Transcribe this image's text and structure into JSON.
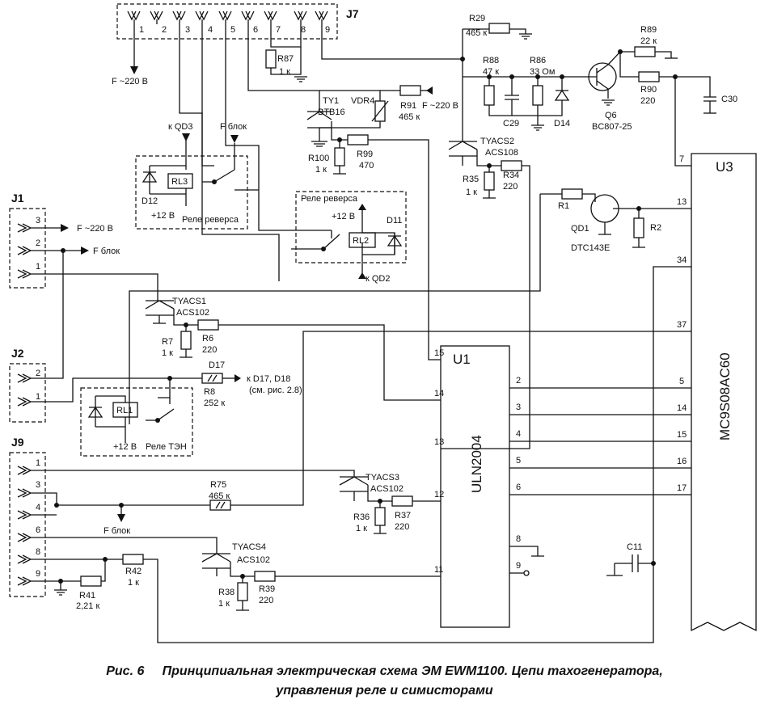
{
  "connectors": {
    "j7": {
      "name": "J7",
      "pins": [
        "1",
        "2",
        "3",
        "4",
        "5",
        "6",
        "7",
        "8",
        "9"
      ]
    },
    "j1": {
      "name": "J1",
      "pins": [
        "3",
        "2",
        "1"
      ]
    },
    "j2": {
      "name": "J2",
      "pins": [
        "2",
        "1"
      ]
    },
    "j9": {
      "name": "J9",
      "pins": [
        "1",
        "3",
        "4",
        "6",
        "8",
        "9"
      ]
    }
  },
  "net_labels": {
    "f220_j7": "F ~220 В",
    "f220_j1": "F ~220 В",
    "fblok_j1": "F блок",
    "fblok_top": "F блок",
    "fblok_j9": "F блок",
    "f220_vdr": "F ~220 В",
    "k_qd3": "к QD3",
    "k_qd2": "к QD2",
    "plus12_rl3": "+12 В",
    "plus12_rl2": "+12 В",
    "plus12_rl1": "+12 В",
    "k_d17": "к D17, D18",
    "see_fig": "(см. рис. 2.8)"
  },
  "relays": {
    "rl3": {
      "name": "RL3",
      "caption": "Реле реверса",
      "diode": "D12"
    },
    "rl2": {
      "name": "RL2",
      "caption": "Реле реверса",
      "diode": "D11"
    },
    "rl1": {
      "name": "RL1",
      "caption": "Реле ТЭН"
    }
  },
  "components": {
    "r29": {
      "name": "R29",
      "value": "465 к"
    },
    "r87": {
      "name": "R87",
      "value": "1 к"
    },
    "r88": {
      "name": "R88",
      "value": "47 к"
    },
    "r86": {
      "name": "R86",
      "value": "33 Ом"
    },
    "r89": {
      "name": "R89",
      "value": "22 к"
    },
    "r90": {
      "name": "R90",
      "value": "220"
    },
    "c30": {
      "name": "C30"
    },
    "c29": {
      "name": "C29"
    },
    "d14": {
      "name": "D14"
    },
    "q6": {
      "name": "Q6",
      "value": "BC807-25"
    },
    "ty1": {
      "name": "TY1",
      "value": "BTB16"
    },
    "vdr4": {
      "name": "VDR4"
    },
    "r91": {
      "name": "R91",
      "value": "465 к"
    },
    "r100": {
      "name": "R100",
      "value": "1 к"
    },
    "r99": {
      "name": "R99",
      "value": "470"
    },
    "tyacs2": {
      "name": "TYACS2",
      "value": "ACS108"
    },
    "r35": {
      "name": "R35",
      "value": "1 к"
    },
    "r34": {
      "name": "R34",
      "value": "220"
    },
    "r1": {
      "name": "R1"
    },
    "r2": {
      "name": "R2"
    },
    "qd1": {
      "name": "QD1",
      "value": "DTC143E"
    },
    "tyacs1": {
      "name": "TYACS1",
      "value": "ACS102"
    },
    "r7": {
      "name": "R7",
      "value": "1 к"
    },
    "r6": {
      "name": "R6",
      "value": "220"
    },
    "d17": {
      "name": "D17"
    },
    "r8": {
      "name": "R8",
      "value": "252 к"
    },
    "r75": {
      "name": "R75",
      "value": "465 к"
    },
    "tyacs3": {
      "name": "TYACS3",
      "value": "ACS102"
    },
    "r36": {
      "name": "R36",
      "value": "1 к"
    },
    "r37": {
      "name": "R37",
      "value": "220"
    },
    "tyacs4": {
      "name": "TYACS4",
      "value": "ACS102"
    },
    "r38": {
      "name": "R38",
      "value": "1 к"
    },
    "r39": {
      "name": "R39",
      "value": "220"
    },
    "r42": {
      "name": "R42",
      "value": "1 к"
    },
    "r41": {
      "name": "R41",
      "value": "2,21 к"
    },
    "c11": {
      "name": "C11"
    }
  },
  "u1": {
    "ref": "U1",
    "part": "ULN2004",
    "left_pins": [
      "15",
      "14",
      "13",
      "12",
      "11"
    ],
    "right_pins": [
      "2",
      "3",
      "4",
      "5",
      "6",
      "8",
      "9"
    ]
  },
  "u3": {
    "ref": "U3",
    "part": "MC9S08AC60",
    "pins": [
      "7",
      "13",
      "34",
      "37",
      "5",
      "14",
      "15",
      "16",
      "17"
    ]
  },
  "caption": {
    "fig": "Рис. 6",
    "line1": "Принципиальная электрическая схема ЭМ EWM1100. Цепи тахогенератора,",
    "line2": "управления реле и симисторами"
  }
}
